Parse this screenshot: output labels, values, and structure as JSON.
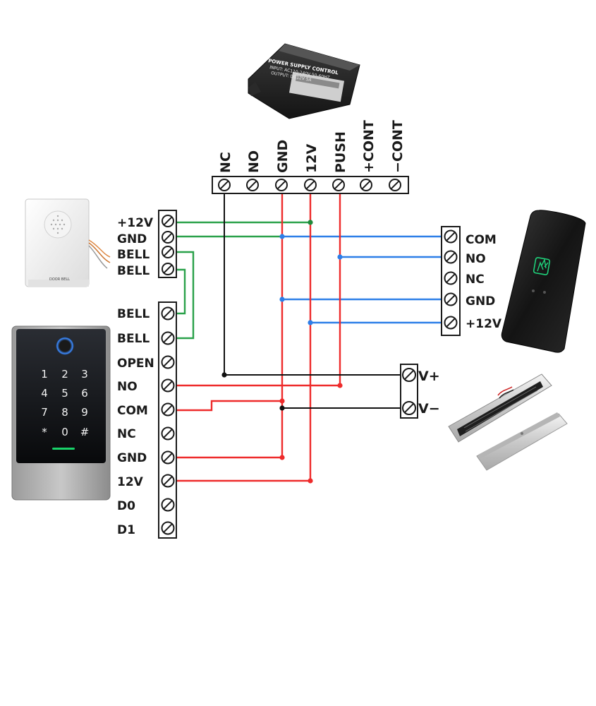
{
  "power_supply": {
    "title": "POWER SUPPLY CONTROL",
    "input": "INPUT: AC110-240V 50-60HZ",
    "output": "OUTPUT: DC12V 5A",
    "terminals": [
      "NC",
      "NO",
      "GND",
      "12V",
      "PUSH",
      "+CONT",
      "−CONT"
    ]
  },
  "doorbell": {
    "brand": "DOOR BELL",
    "terminals": [
      "+12V",
      "GND",
      "BELL",
      "BELL"
    ]
  },
  "keypad": {
    "terminals": [
      "BELL",
      "BELL",
      "OPEN",
      "NO",
      "COM",
      "NC",
      "GND",
      "12V",
      "D0",
      "D1"
    ],
    "keys": [
      "1",
      "2",
      "3",
      "4",
      "5",
      "6",
      "7",
      "8",
      "9",
      "*",
      "0",
      "#"
    ]
  },
  "exit_button": {
    "terminals": [
      "COM",
      "NO",
      "NC",
      "GND",
      "+12V"
    ]
  },
  "maglock": {
    "terminals": [
      "V+",
      "V−"
    ]
  },
  "wire_colors": {
    "red": "#ee2b2b",
    "blue": "#2d7fe8",
    "green": "#2aa14a",
    "black": "#111111",
    "node_green": "#1f8a3a"
  }
}
